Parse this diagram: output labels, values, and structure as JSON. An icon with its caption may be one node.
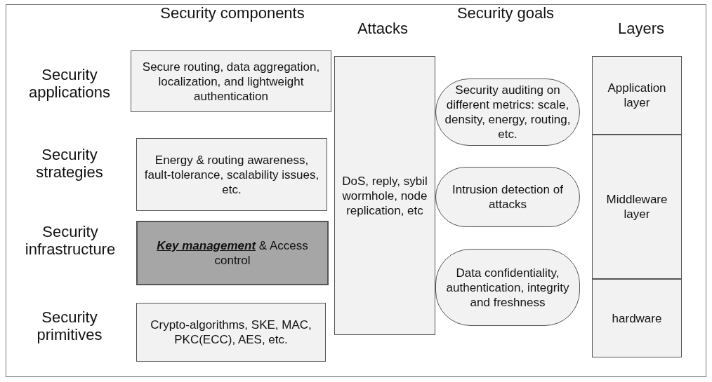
{
  "diagram": {
    "nodes": [
      {
        "text": [
          "Secure routing, data aggregation, localization, and lightweight authentication"
        ]
      },
      {
        "text": [
          "Energy & routing awareness, fault-tolerance, scalability issues, etc."
        ]
      },
      {
        "text": [
          "**Key management** & Access control"
        ]
      },
      {
        "text": [
          "Crypto-algorithms, SKE, MAC, PKC(ECC), AES, etc."
        ]
      },
      {
        "text": [
          "DoS, reply, sybil wormhole, node replication, etc"
        ]
      },
      {
        "text": [
          "Security auditing on different metrics: scale, density, energy, routing, etc."
        ]
      },
      {
        "text": [
          "Intrusion detection of attacks"
        ]
      },
      {
        "text": [
          "Data confidentiality, authentication, integrity and freshness"
        ]
      },
      {
        "text": [
          "Application layer"
        ]
      },
      {
        "text": [
          "Middleware layer"
        ]
      },
      {
        "text": [
          "hardware"
        ]
      }
    ],
    "labels": [
      "Security components",
      "Attacks",
      "Security goals",
      "Layers",
      "Security applications",
      "Security strategies",
      "Security infrastructure",
      "Security primitives"
    ]
  }
}
